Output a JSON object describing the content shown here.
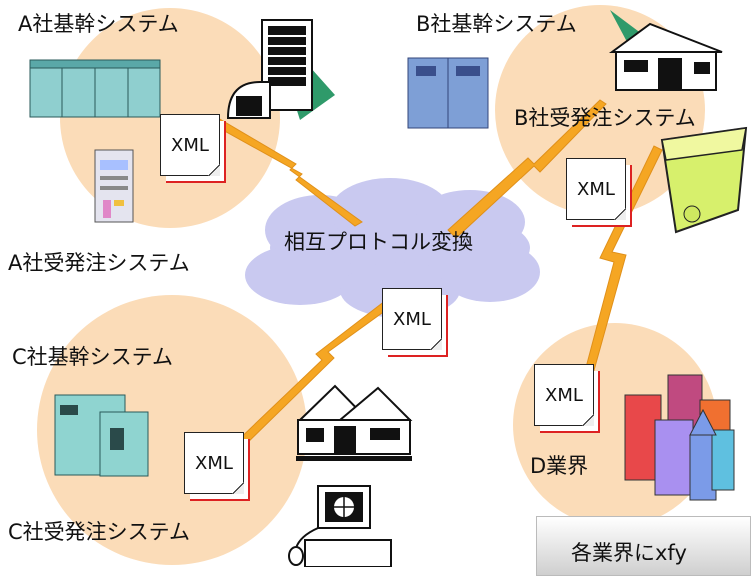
{
  "labels": {
    "a_core": "A社基幹システム",
    "a_order": "A社受発注システム",
    "b_core": "B社基幹システム",
    "b_order": "B社受発注システム",
    "c_core": "C社基幹システム",
    "c_order": "C社受発注システム",
    "d_industry": "D業界",
    "center": "相互プロトコル変換"
  },
  "doc_label": "XML",
  "banner": "各業界にxfy",
  "colors": {
    "circle": "#fbdcb8",
    "cloud": "#c9c9f0",
    "bolt": "#f5a623",
    "doc_shadow": "#dd2222"
  }
}
